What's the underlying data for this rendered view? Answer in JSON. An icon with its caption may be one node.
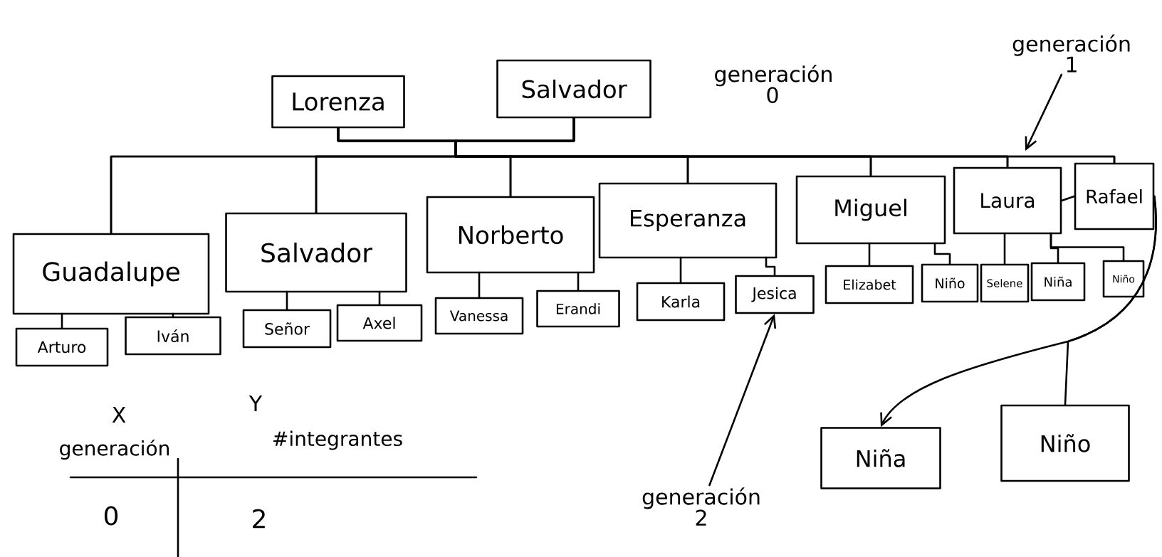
{
  "diagram": {
    "nodes": [
      {
        "text": [
          "Lorenza"
        ]
      },
      {
        "text": [
          "Salvador"
        ]
      },
      {
        "text": [
          "Guadalupe"
        ]
      },
      {
        "text": [
          "Salvador"
        ]
      },
      {
        "text": [
          "Norberto"
        ]
      },
      {
        "text": [
          "Esperanza"
        ]
      },
      {
        "text": [
          "Miguel"
        ]
      },
      {
        "text": [
          "Laura"
        ]
      },
      {
        "text": [
          "Rafael"
        ]
      },
      {
        "text": [
          "Arturo"
        ]
      },
      {
        "text": [
          "Iván"
        ]
      },
      {
        "text": [
          "Señor"
        ]
      },
      {
        "text": [
          "Axel"
        ]
      },
      {
        "text": [
          "Vanessa"
        ]
      },
      {
        "text": [
          "Erandi"
        ]
      },
      {
        "text": [
          "Karla"
        ]
      },
      {
        "text": [
          "Jesica"
        ]
      },
      {
        "text": [
          "Elizabet"
        ]
      },
      {
        "text": [
          "Niño"
        ]
      },
      {
        "text": [
          "Selene"
        ]
      },
      {
        "text": [
          "Niña"
        ]
      },
      {
        "text": [
          "Niño"
        ]
      },
      {
        "text": [
          "Niña"
        ]
      },
      {
        "text": [
          "Niño"
        ]
      },
      {
        "text": [
          "generación 1"
        ]
      },
      {
        "text": [
          "generación 2"
        ]
      }
    ],
    "edges": [
      {
        "from": 0,
        "to": 2,
        "arrow": "none"
      },
      {
        "from": 0,
        "to": 3,
        "arrow": "none"
      },
      {
        "from": 0,
        "to": 4,
        "arrow": "none"
      },
      {
        "from": 0,
        "to": 5,
        "arrow": "none"
      },
      {
        "from": 0,
        "to": 6,
        "arrow": "none"
      },
      {
        "from": 0,
        "to": 7,
        "arrow": "none"
      },
      {
        "from": 0,
        "to": 8,
        "arrow": "none"
      },
      {
        "from": 1,
        "to": 2,
        "arrow": "none"
      },
      {
        "from": 1,
        "to": 3,
        "arrow": "none"
      },
      {
        "from": 1,
        "to": 4,
        "arrow": "none"
      },
      {
        "from": 1,
        "to": 5,
        "arrow": "none"
      },
      {
        "from": 1,
        "to": 6,
        "arrow": "none"
      },
      {
        "from": 1,
        "to": 7,
        "arrow": "none"
      },
      {
        "from": 1,
        "to": 8,
        "arrow": "none"
      },
      {
        "from": 7,
        "to": 8,
        "arrow": "none"
      },
      {
        "from": 2,
        "to": 9,
        "arrow": "none"
      },
      {
        "from": 2,
        "to": 10,
        "arrow": "none"
      },
      {
        "from": 3,
        "to": 11,
        "arrow": "none"
      },
      {
        "from": 3,
        "to": 12,
        "arrow": "none"
      },
      {
        "from": 4,
        "to": 13,
        "arrow": "none"
      },
      {
        "from": 4,
        "to": 14,
        "arrow": "none"
      },
      {
        "from": 5,
        "to": 15,
        "arrow": "none"
      },
      {
        "from": 5,
        "to": 16,
        "arrow": "none"
      },
      {
        "from": 6,
        "to": 17,
        "arrow": "none"
      },
      {
        "from": 6,
        "to": 18,
        "arrow": "none"
      },
      {
        "from": 7,
        "to": 19,
        "arrow": "none"
      },
      {
        "from": 7,
        "to": 20,
        "arrow": "none"
      },
      {
        "from": 7,
        "to": 21,
        "arrow": "none"
      },
      {
        "from": 8,
        "to": 22,
        "arrow": "to"
      },
      {
        "from": 8,
        "to": 23,
        "arrow": "none"
      },
      {
        "from": 24,
        "to": null,
        "arrow": "to"
      },
      {
        "from": 25,
        "to": 16,
        "arrow": "to"
      }
    ],
    "labels": [
      "generación 0",
      "X",
      "Y",
      "generación",
      "#integrantes",
      "0",
      "2"
    ]
  }
}
